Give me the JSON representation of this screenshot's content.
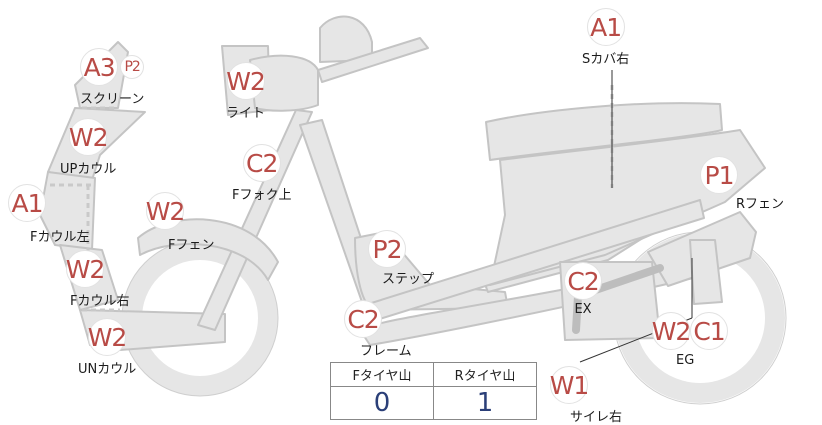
{
  "parts": [
    {
      "id": "s-cover-right",
      "codes": [
        "A1"
      ],
      "label": "Sカバ右"
    },
    {
      "id": "screen",
      "codes": [
        "A3",
        "P2"
      ],
      "label": "スクリーン"
    },
    {
      "id": "light",
      "codes": [
        "W2"
      ],
      "label": "ライト"
    },
    {
      "id": "up-cowl",
      "codes": [
        "W2"
      ],
      "label": "UPカウル"
    },
    {
      "id": "front-fork-upper",
      "codes": [
        "C2"
      ],
      "label": "Fフォク上"
    },
    {
      "id": "r-fender",
      "codes": [
        "P1"
      ],
      "label": "Rフェン"
    },
    {
      "id": "f-cowl-left",
      "codes": [
        "A1"
      ],
      "label": "Fカウル左"
    },
    {
      "id": "f-fender",
      "codes": [
        "W2"
      ],
      "label": "Fフェン"
    },
    {
      "id": "step",
      "codes": [
        "P2"
      ],
      "label": "ステップ"
    },
    {
      "id": "exhaust",
      "codes": [
        "C2"
      ],
      "label": "EX"
    },
    {
      "id": "f-cowl-right",
      "codes": [
        "W2"
      ],
      "label": "Fカウル右"
    },
    {
      "id": "frame",
      "codes": [
        "C2"
      ],
      "label": "フレーム"
    },
    {
      "id": "engine",
      "codes": [
        "W2",
        "C1"
      ],
      "label": "EG"
    },
    {
      "id": "un-cowl",
      "codes": [
        "W2"
      ],
      "label": "UNカウル"
    },
    {
      "id": "silencer-right",
      "codes": [
        "W1"
      ],
      "label": "サイレ右"
    }
  ],
  "tire_table": {
    "headers": [
      "Fタイヤ山",
      "Rタイヤ山"
    ],
    "values": [
      "0",
      "1"
    ]
  }
}
